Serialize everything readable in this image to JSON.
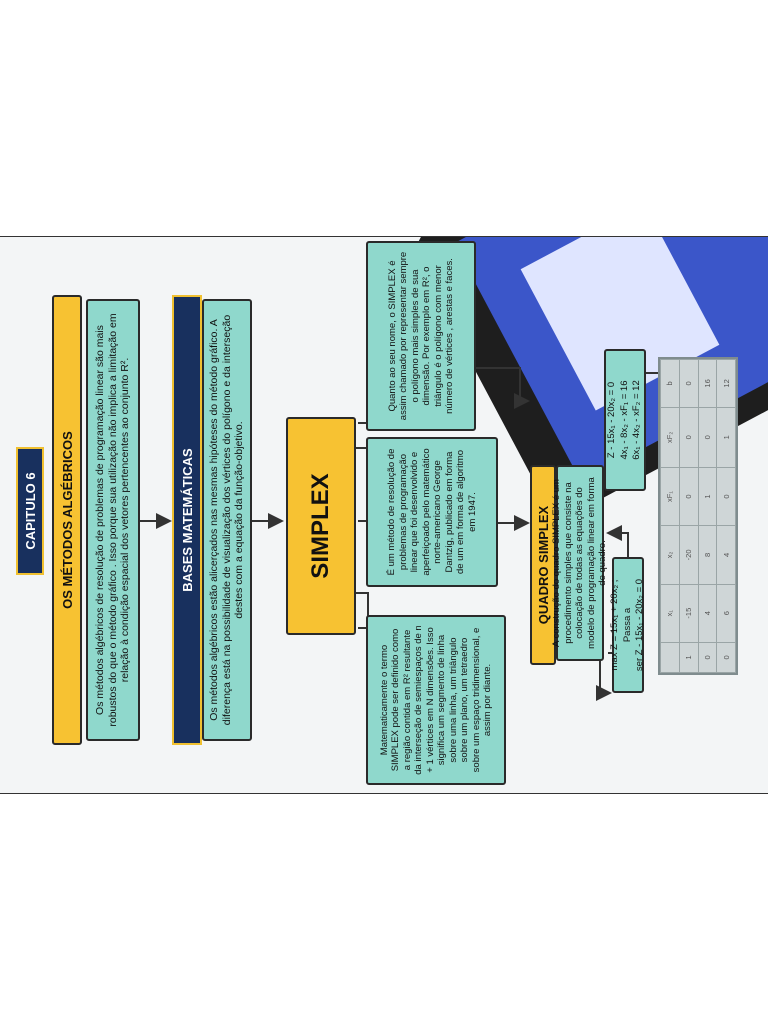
{
  "chapter": "CAPITULO 6",
  "metodos": {
    "title": "OS MÉTODOS ALGÉBRICOS",
    "text": "Os métodos algébricos de resolução de problemas de programação linear são mais robustos do que o método gráfico . Isso porque sua utilização não implica a limitação em relação à condição espacial dos vetores pertencentes ao conjunto R²."
  },
  "bases": {
    "title": "BASES MATEMÁTICAS",
    "text": "Os métodos algébricos estão alicerçados nas mesmas hipóteses do método gráfico. A diferença está na possibilidade de visualização dos vértices do polígono e da interseção destes com a equação da função-objetivo."
  },
  "simplex": {
    "title": "SIMPLEX",
    "definition": "Matematicamente o termo SIMPLEX pode ser definido como a região contida em R² resultante da interseção de semiespaços de n + 1 vértices em N dimensões. Isso significa um segmento de linha sobre uma linha, um triângulo sobre um plano, um tetraedro sobre um espaço tridimensional, e assim por diante.",
    "history": "É um método de resolução de problemas de programação linear que foi desenvolvido e aperfeiçoado pelo matemático norte-americano George Dantzig, publicado em forma de um em forma de algoritmo em 1947.",
    "name": "Quanto ao seu nome, o SIMPLEX é assim chamado por representar sempre o polígono mais simples de sua dimensão. Por exemplo em R², o triângulo é o polígono com menor número de vértices , arestas e faces."
  },
  "quadro": {
    "title": "QUADRO SIMPLEX",
    "text": "A construção do quadro SIMPLEX é um procedimento simples que consiste na colocação de todas as equações do modelo de programação linear em forma de quadro.",
    "eq_left_1": "max Z = 15x₁ + 20x₂ ;  Passa a",
    "eq_left_2": "ser Z - 15x₁ - 20x₂ = 0",
    "eq_right_1": "Z - 15x₁ - 20x₂ = 0",
    "eq_right_2": "4x₁ - 8x₂ - xF₁ = 16",
    "eq_right_3": "6x₁ - 4x₂ - xF₂ = 12"
  },
  "table": {
    "headers": [
      "",
      "x₁",
      "x₂",
      "xF₁",
      "xF₂",
      "b"
    ],
    "rows": [
      [
        "1",
        "-15",
        "-20",
        "0",
        "0",
        "0"
      ],
      [
        "0",
        "4",
        "8",
        "1",
        "0",
        "16"
      ],
      [
        "0",
        "6",
        "4",
        "0",
        "1",
        "12"
      ]
    ]
  },
  "colors": {
    "teal": "#8fd8cc",
    "navy": "#18305e",
    "yellow": "#f7c232"
  }
}
